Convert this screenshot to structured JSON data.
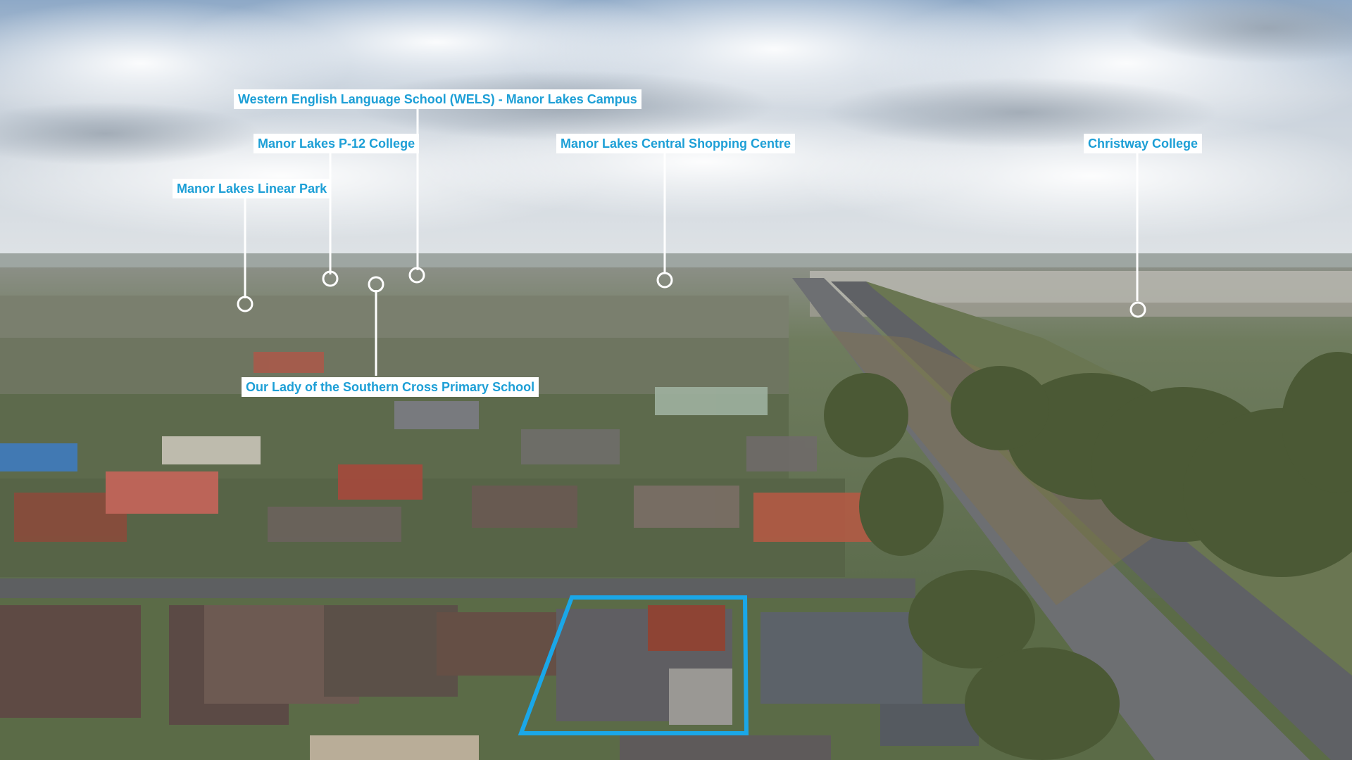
{
  "labels": {
    "wels": "Western English Language School (WELS) - Manor Lakes Campus",
    "college": "Manor Lakes P-12 College",
    "linear_park": "Manor Lakes Linear Park",
    "shopping": "Manor Lakes Central Shopping Centre",
    "christway": "Christway College",
    "primary": "Our Lady of the Southern Cross Primary School"
  },
  "colors": {
    "label_text": "#1d9fd6",
    "label_bg": "#ffffff",
    "outline": "#1aa7e8",
    "leader": "#ffffff"
  }
}
